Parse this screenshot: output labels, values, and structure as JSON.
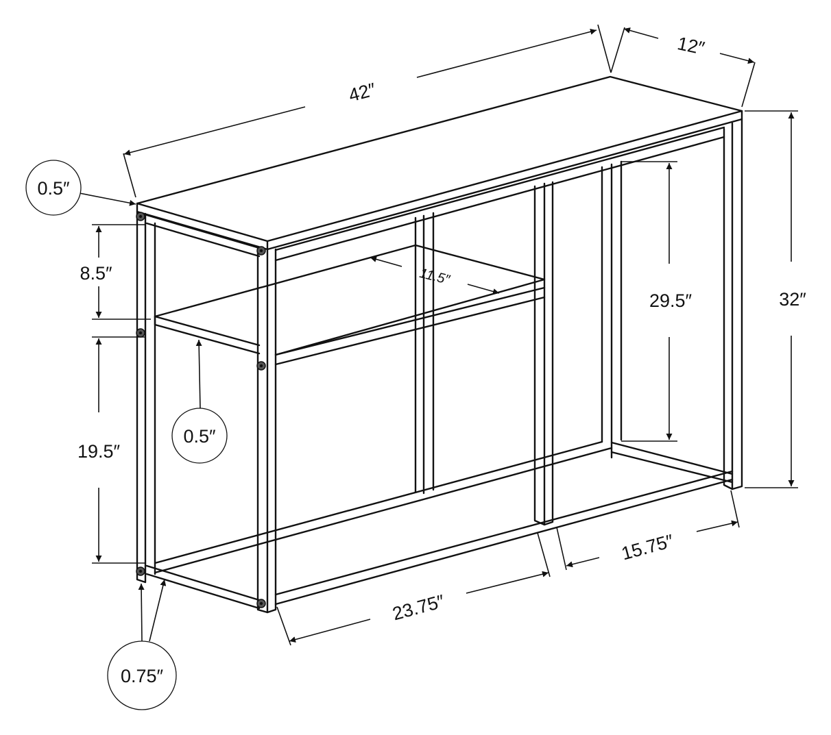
{
  "colors": {
    "line": "#111111",
    "background": "#ffffff"
  },
  "dimensions": {
    "width": "42″",
    "depth": "12″",
    "height": "32″",
    "top_thickness": "0.5″",
    "upper_opening": "8.5″",
    "shelf_thickness": "0.5″",
    "lower_opening": "19.5″",
    "shelf_depth": "11.5″",
    "right_opening_height": "29.5″",
    "leg_size": "0.75″",
    "left_bay_width": "23.75″",
    "right_bay_width": "15.75″"
  }
}
